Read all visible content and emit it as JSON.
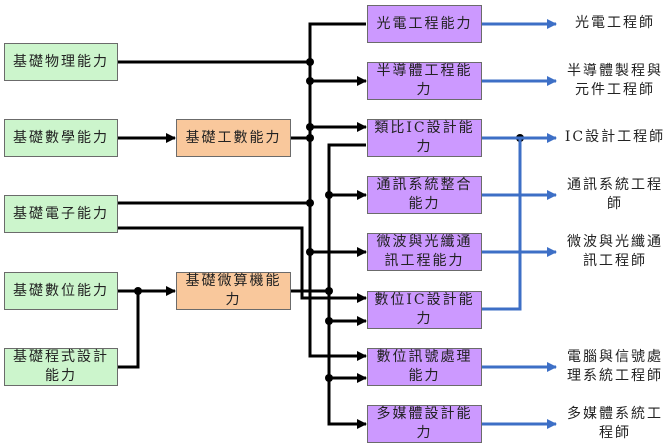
{
  "colors": {
    "foundation": "#ccf5cc",
    "intermediate": "#f9c89c",
    "advanced": "#cc99ff",
    "career_arrow": "#3d6fc6",
    "connector": "#000000"
  },
  "foundation": [
    "基礎物理能力",
    "基礎數學能力",
    "基礎電子能力",
    "基礎數位能力",
    "基礎程式設計能力"
  ],
  "intermediate": [
    "基礎工數能力",
    "基礎微算機能力"
  ],
  "advanced": [
    "光電工程能力",
    "半導體工程能力",
    "類比IC設計能力",
    "通訊系統整合能力",
    "微波與光纖通訊工程能力",
    "數位IC設計能力",
    "數位訊號處理能力",
    "多媒體設計能力"
  ],
  "careers": [
    "光電工程師",
    "半導體製程與元件工程師",
    "IC設計工程師",
    "通訊系統工程師",
    "微波與光纖通訊工程師",
    "電腦與信號處理系統工程師",
    "多媒體系統工程師"
  ]
}
